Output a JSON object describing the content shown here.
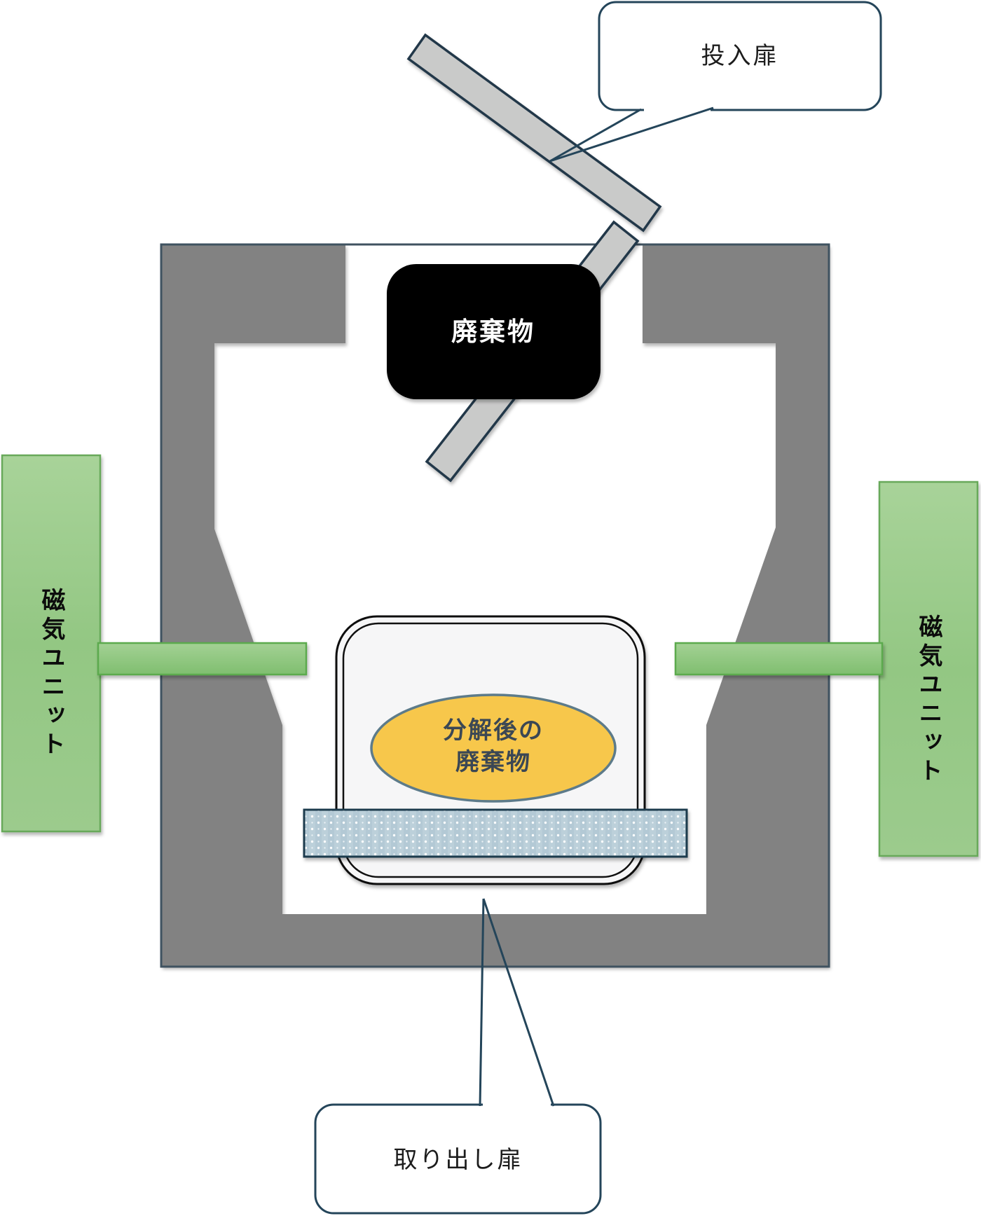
{
  "diagram": {
    "title_semantic": "magnetic-decomposition-chamber-diagram",
    "callouts": {
      "input_door": "投入扉",
      "extraction_door": "取り出し扉"
    },
    "labels": {
      "waste": "廃棄物",
      "decomposed_waste": "分解後の\n廃棄物",
      "magnetic_unit_left": "磁気ユニット",
      "magnetic_unit_right": "磁気ユニット"
    },
    "colors": {
      "chamber_gray": "#828282",
      "chamber_outline": "#3f5260",
      "door_gray": "#c9cac9",
      "door_outline": "#24384a",
      "callout_outline": "#24455a",
      "waste_black": "#060606",
      "magnet_green": "#9bca8c",
      "magnet_green_dark": "#67a95a",
      "inner_box_fill": "#f6f6f7",
      "inner_box_outline": "#101010",
      "filter_blue": "#bcd0da",
      "decomposed_yellow": "#f7c74b",
      "decomposed_outline": "#5d7b8a"
    }
  }
}
